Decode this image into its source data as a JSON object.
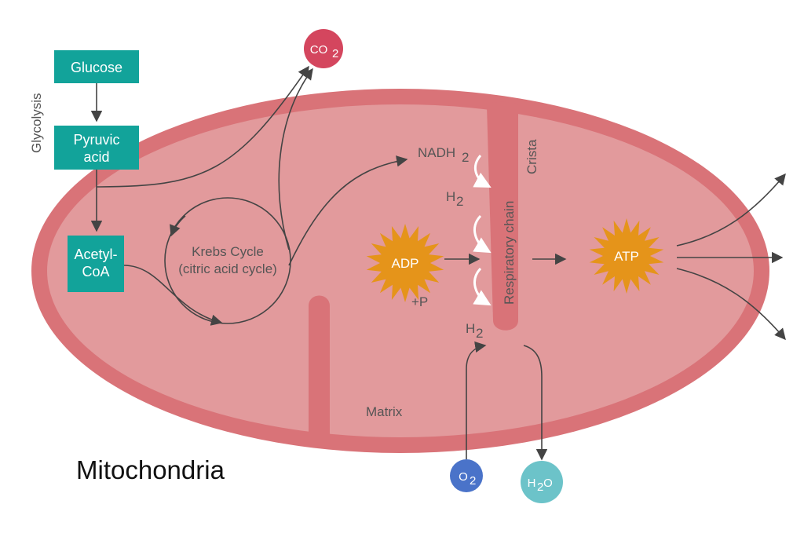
{
  "title": "Mitochondria",
  "side_label": "Glycolysis",
  "boxes": {
    "glucose": "Glucose",
    "pyruvic_line1": "Pyruvic",
    "pyruvic_line2": "acid",
    "acetyl_line1": "Acetyl-",
    "acetyl_line2": "CoA"
  },
  "krebs": {
    "line1": "Krebs Cycle",
    "line2": "(citric acid cycle)"
  },
  "labels": {
    "nadh": "NADH",
    "nadh_sub": "2",
    "h2_top": "H",
    "h2_top_sub": "2",
    "h2_bottom": "H",
    "h2_bottom_sub": "2",
    "plus_p": "+P",
    "respiratory_chain": "Respiratory chain",
    "crista": "Crista",
    "matrix": "Matrix"
  },
  "stars": {
    "adp": "ADP",
    "atp": "ATP"
  },
  "molecules": {
    "co2": "CO",
    "co2_sub": "2",
    "o2": "O",
    "o2_sub": "2",
    "h2o_pre": "H",
    "h2o_sub": "2",
    "h2o_post": "O"
  },
  "colors": {
    "outer_membrane": "#d97378",
    "matrix_fill": "#e29a9c",
    "teal_box": "#12a39a",
    "star": "#e5941a",
    "co2": "#d4465e",
    "o2": "#4a73c9",
    "h2o": "#6cc3c9",
    "arrow": "#444444"
  }
}
